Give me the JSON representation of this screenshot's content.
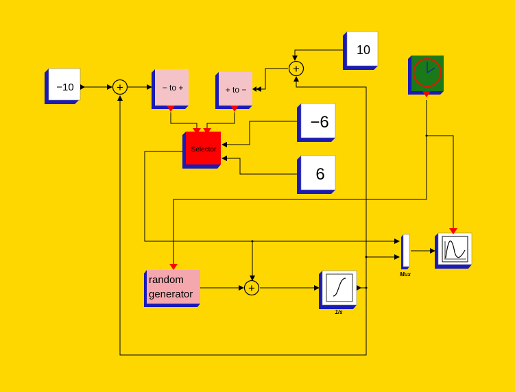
{
  "diagram": {
    "background": "#FFD700",
    "colors": {
      "wire": "#000000",
      "block_face_white": "#FFFFFF",
      "block_shadow": "#1A1AB8",
      "converter_face": "#F4C3C8",
      "selector_face": "#FF0000",
      "random_face": "#F4A8AE",
      "clock_face": "#1A7A1A",
      "clock_ring": "#CC2200",
      "event_port": "#FF0000"
    },
    "blocks": {
      "const_neg10": {
        "label": "−10"
      },
      "const_10": {
        "label": "10"
      },
      "const_neg6": {
        "label": "−6"
      },
      "const_6": {
        "label": "6"
      },
      "neg_to_pos": {
        "label": "− to +"
      },
      "pos_to_neg": {
        "label": "+ to −"
      },
      "selector": {
        "label": "Selector"
      },
      "random_generator": {
        "line1": "random",
        "line2": "generator"
      },
      "integrator": {
        "caption": "1/s"
      },
      "mux": {
        "caption": "Mux"
      },
      "sum1": {
        "symbol": "+"
      },
      "sum2": {
        "symbol": "+"
      },
      "sum3": {
        "symbol": "+"
      },
      "clock": {
        "icon": "clock-icon"
      },
      "scope": {
        "icon": "scope-icon"
      }
    }
  }
}
